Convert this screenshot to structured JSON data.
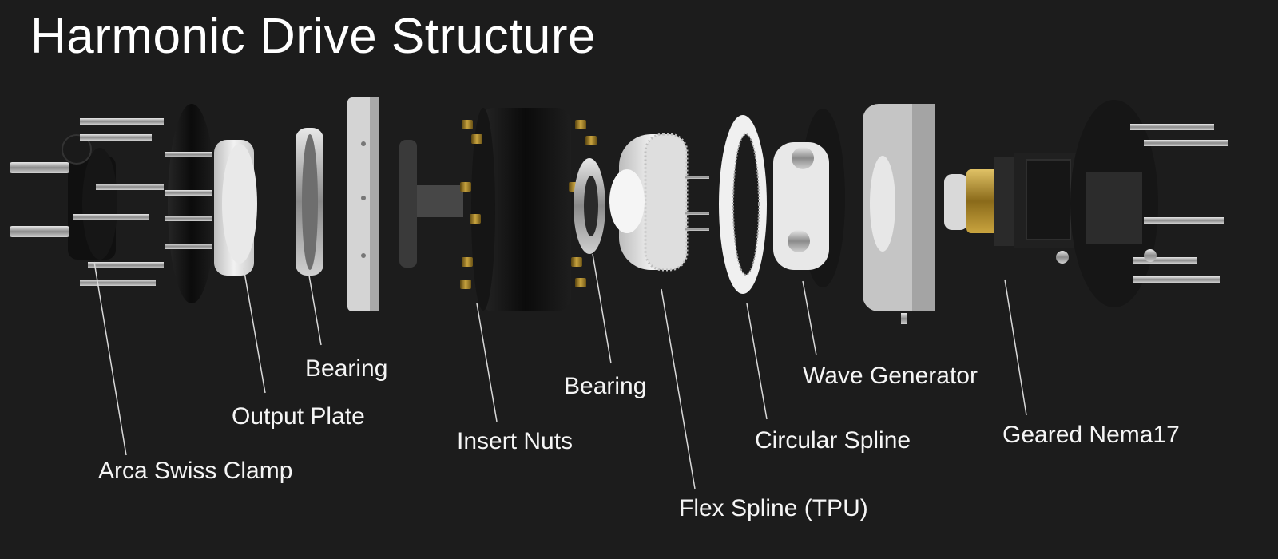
{
  "title": "Harmonic Drive Structure",
  "labels": {
    "arca_swiss_clamp": "Arca Swiss Clamp",
    "output_plate": "Output Plate",
    "bearing_1": "Bearing",
    "insert_nuts": "Insert Nuts",
    "bearing_2": "Bearing",
    "flex_spline": "Flex Spline (TPU)",
    "circular_spline": "Circular Spline",
    "wave_generator": "Wave Generator",
    "geared_nema17": "Geared Nema17"
  },
  "colors": {
    "background": "#1c1c1c",
    "black_part": "#0e0e0e",
    "white_part": "#e6e6e6",
    "steel": "#b8b8b8",
    "brass": "#b8962e",
    "leader": "#d8d8d8"
  }
}
